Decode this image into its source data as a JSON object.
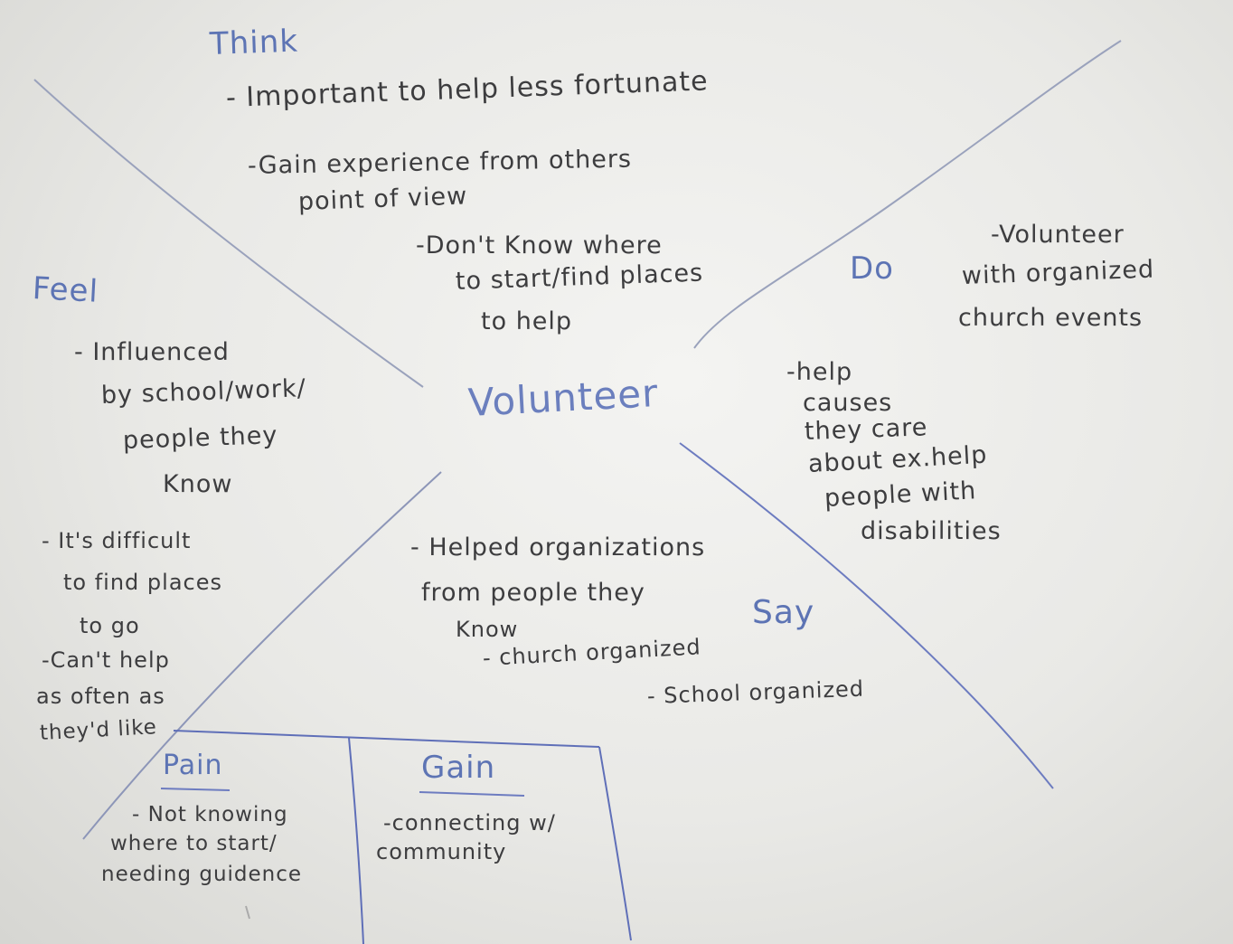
{
  "center": "Volunteer",
  "quadrants": {
    "think": {
      "label": "Think",
      "notes": [
        "- Important  to help less fortunate",
        "-Gain  experience  from  others",
        "point  of  view",
        "-Don't  Know  where",
        "to start/find places",
        "to  help"
      ]
    },
    "feel": {
      "label": "Feel",
      "notes": [
        "- Influenced",
        "by school/work/",
        "people  they",
        "Know",
        "- It's difficult",
        "to find  places",
        "to go",
        "-Can't help",
        "as  often as",
        "they'd  like"
      ]
    },
    "do": {
      "label": "Do",
      "notes": [
        "-Volunteer",
        "with  organized",
        "church  events",
        "-help",
        "causes",
        "they  care",
        "about  ex.help",
        "people  with",
        "disabilities"
      ]
    },
    "say": {
      "label": "Say",
      "notes": [
        "- Helped  organizations",
        "from  people  they",
        "Know",
        "- church organized",
        "- School organized"
      ]
    }
  },
  "pain": {
    "label": "Pain",
    "notes": [
      "- Not  knowing",
      "where to start/",
      "needing  guidence"
    ]
  },
  "gain": {
    "label": "Gain",
    "notes": [
      "-connecting  w/",
      "community"
    ]
  },
  "colors": {
    "pen_blue": "#6b7fbe",
    "pencil": "#3d3d3f",
    "paper": "#ececea"
  }
}
